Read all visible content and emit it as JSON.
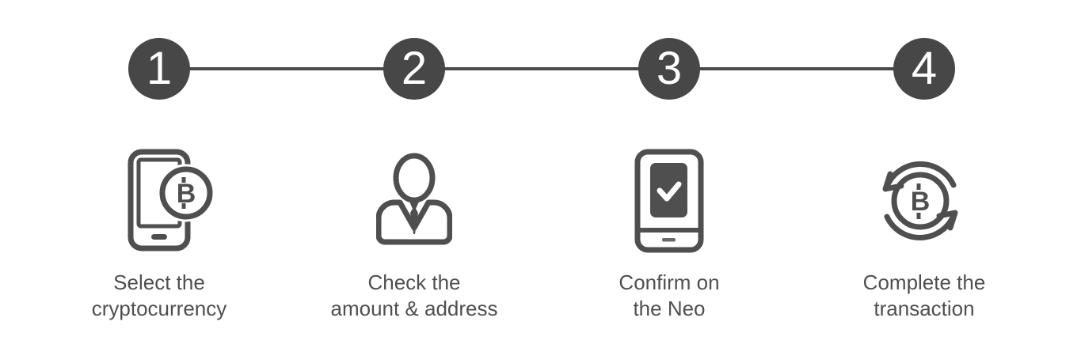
{
  "diagram": {
    "type": "process-stepper",
    "colors": {
      "background": "#ffffff",
      "circle_fill": "#474747",
      "circle_number": "#ffffff",
      "connector_line": "#4a4a4a",
      "icon_stroke": "#4f4f4f",
      "label_text": "#4f4f4f",
      "checkmark": "#ffffff"
    },
    "steps": [
      {
        "number": "1",
        "icon": "smartphone-bitcoin-icon",
        "lines": [
          "Select the",
          "cryptocurrency"
        ]
      },
      {
        "number": "2",
        "icon": "businessman-icon",
        "lines": [
          "Check the",
          "amount & address"
        ]
      },
      {
        "number": "3",
        "icon": "device-checkmark-icon",
        "lines": [
          "Confirm on",
          "the Neo"
        ]
      },
      {
        "number": "4",
        "icon": "bitcoin-exchange-arrows-icon",
        "lines": [
          "Complete the",
          "transaction"
        ]
      }
    ]
  }
}
